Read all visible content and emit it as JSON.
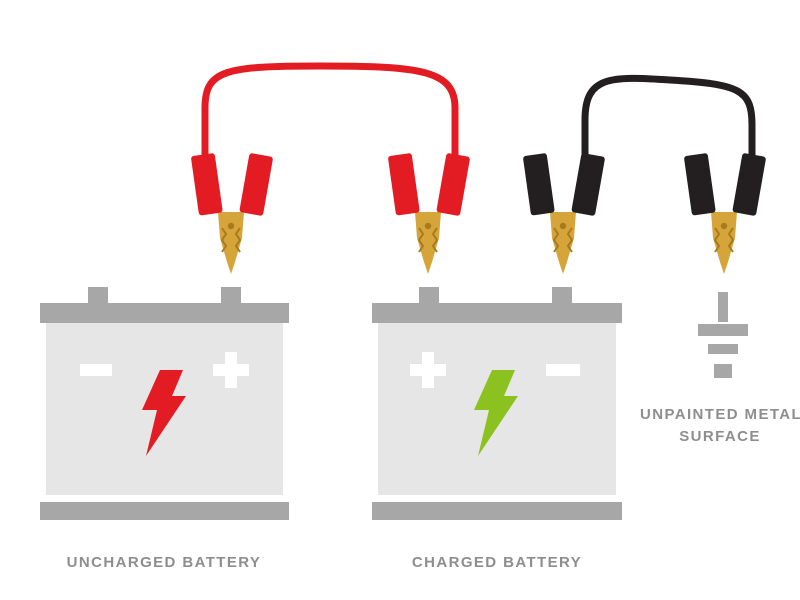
{
  "labels": {
    "uncharged_battery": "UNCHARGED BATTERY",
    "charged_battery": "CHARGED BATTERY",
    "ground_line1": "UNPAINTED METAL",
    "ground_line2": "SURFACE"
  },
  "batteries": [
    {
      "label_key": "uncharged_battery",
      "terminal_left": "−",
      "terminal_right": "+",
      "bolt_color": "#e31c24"
    },
    {
      "label_key": "charged_battery",
      "terminal_left": "+",
      "terminal_right": "−",
      "bolt_color": "#8cc21f"
    }
  ],
  "cables": [
    {
      "name": "positive-cable",
      "color": "#e31c24"
    },
    {
      "name": "negative-cable",
      "color": "#231f20"
    }
  ],
  "colors": {
    "battery_body": "#e6e6e6",
    "battery_frame": "#a7a7a7",
    "terminal_mark": "#ffffff",
    "clamp_jaw": "#d6a53a",
    "clamp_jaw_dark": "#a87a1f",
    "label_text": "#8e8e8e"
  },
  "icons": [
    "lightning-bolt-icon",
    "plus-icon",
    "minus-icon",
    "ground-symbol-icon",
    "alligator-clamp-icon"
  ]
}
